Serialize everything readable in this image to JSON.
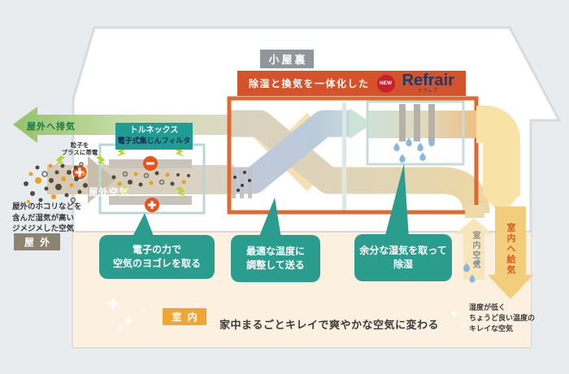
{
  "attic": {
    "label": "小屋裏"
  },
  "banner": {
    "label": "除湿と換気を一体化した",
    "new_badge": "NEW",
    "brand": "Refrair",
    "brand_sub": "リフレア"
  },
  "filter": {
    "name": "トルネックス",
    "type": "電子式集じんフィルタ"
  },
  "exhaust": {
    "label": "屋外へ排気"
  },
  "charge_note": {
    "line1": "粒子を",
    "line2": "プラスに帯電"
  },
  "outdoor_air": {
    "label": "屋外空気"
  },
  "outdoor_note": {
    "line1": "屋外のホコリなどを",
    "line2": "含んだ湿気が高い",
    "line3": "ジメジメした空気"
  },
  "outdoor": {
    "badge": "屋 外"
  },
  "bubbles": {
    "clean": {
      "line1": "電子の力で",
      "line2": "空気のヨゴレを取る"
    },
    "temperature": {
      "line1": "最適な温度に",
      "line2": "調整して送る"
    },
    "dehumidify": {
      "line1": "余分な湿気を取って",
      "line2": "除湿"
    }
  },
  "indoor": {
    "badge": "室 内",
    "headline": "家中まるごとキレイで爽やかな空気に変わる"
  },
  "supply": {
    "label": "室内へ給気",
    "note": {
      "line1": "湿度が低く",
      "line2": "ちょうど良い温度の",
      "line3": "キレイな空気"
    }
  },
  "return_air": {
    "label": "室内空気"
  },
  "colors": {
    "teal_accent": "#2a9d8f",
    "banner_orange": "#d4532a",
    "unit_border_orange": "#dd6a30",
    "brand_navy": "#1d3a6d",
    "indoor_badge_orange": "#f0a636",
    "outdoor_badge_brown": "#8c8370"
  }
}
